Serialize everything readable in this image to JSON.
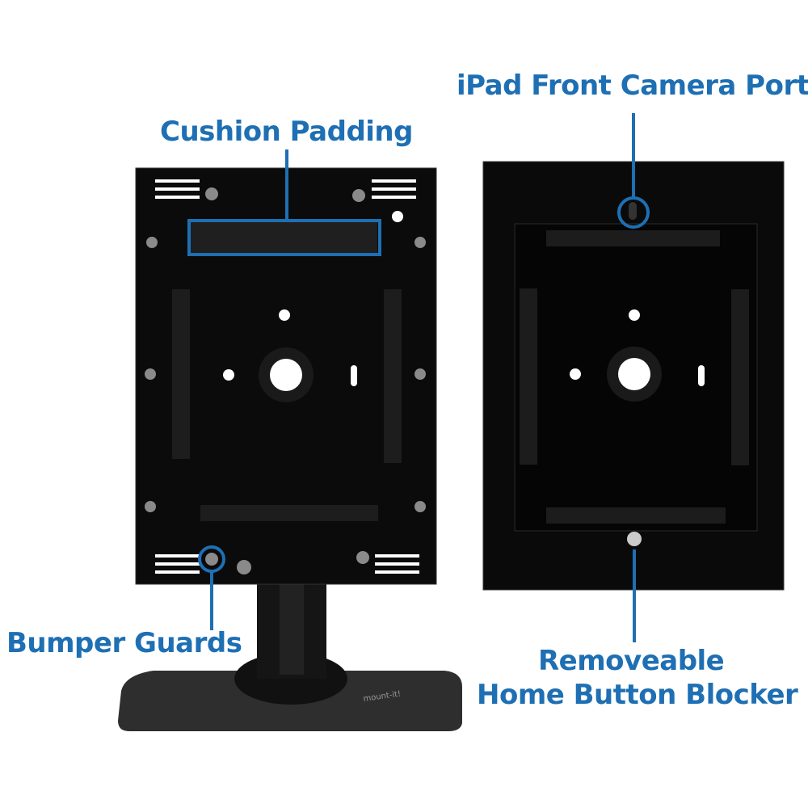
{
  "callouts": {
    "cushion_padding": "Cushion Padding",
    "camera_port": "iPad Front Camera Port",
    "bumper_guards": "Bumper Guards",
    "home_blocker_line1": "Removeable",
    "home_blocker_line2": "Home Button Blocker"
  },
  "logo": "mount-it!",
  "colors": {
    "accent": "#1e6fb3",
    "body": "#0a0a0a"
  }
}
